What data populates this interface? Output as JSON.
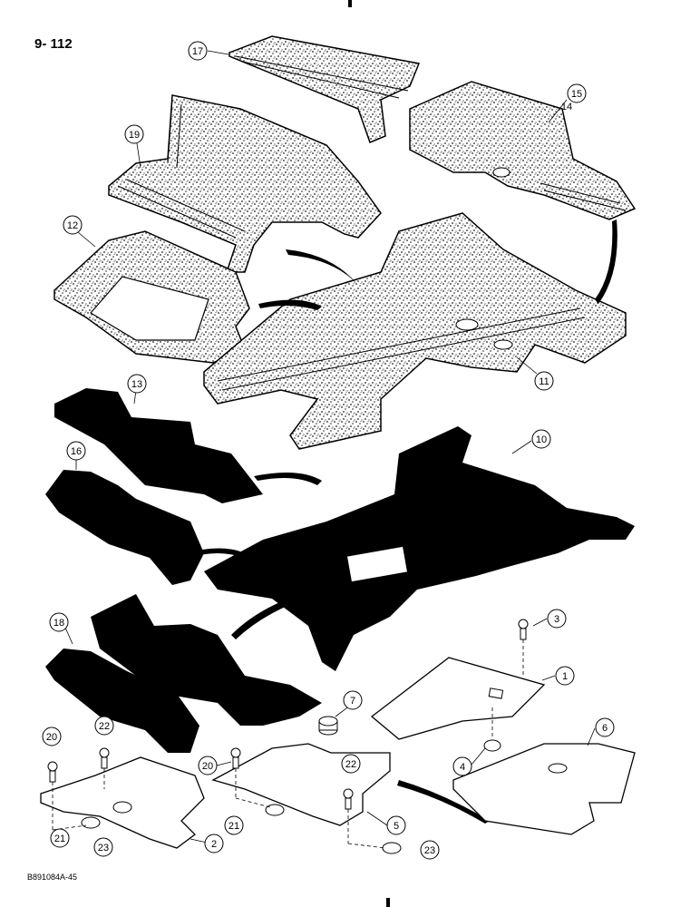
{
  "page_number": "9- 112",
  "figure_code": "B891084A-45",
  "callouts": [
    "17",
    "19",
    "15",
    "14",
    "12",
    "11",
    "13",
    "10",
    "16",
    "18",
    "3",
    "1",
    "7",
    "6",
    "4",
    "20",
    "22",
    "20",
    "22",
    "5",
    "21",
    "23",
    "21",
    "2",
    "23"
  ]
}
